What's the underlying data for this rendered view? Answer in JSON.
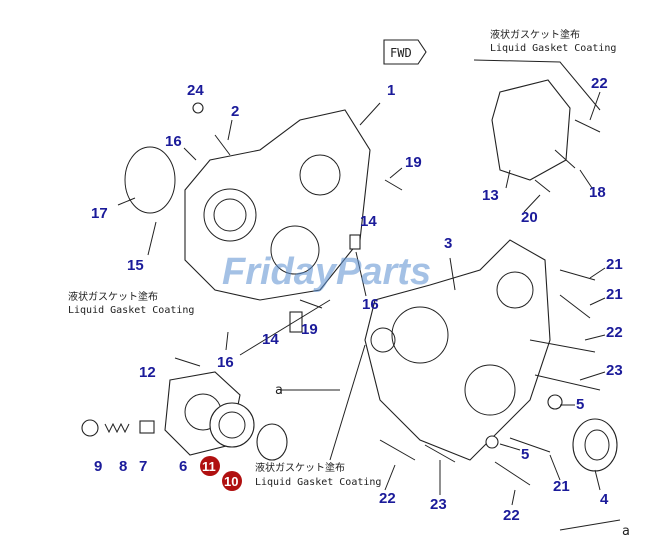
{
  "watermark": "FridayParts",
  "fwd_label": "FWD",
  "reference_letter": "a",
  "gasket_notes": [
    {
      "jp": "液状ガスケット塗布",
      "en": "Liquid Gasket Coating"
    },
    {
      "jp": "液状ガスケット塗布",
      "en": "Liquid Gasket Coating"
    },
    {
      "jp": "液状ガスケット塗布",
      "en": "Liquid Gasket Coating"
    }
  ],
  "callouts": [
    "24",
    "2",
    "1",
    "16",
    "19",
    "17",
    "14",
    "15",
    "16",
    "14",
    "19",
    "16",
    "12",
    "3",
    "22",
    "13",
    "18",
    "20",
    "21",
    "21",
    "22",
    "23",
    "5",
    "5",
    "21",
    "4",
    "22",
    "23",
    "22",
    "9",
    "8",
    "7",
    "6"
  ],
  "highlighted_callouts": [
    "11",
    "10"
  ],
  "colors": {
    "callout": "#1b1b9a",
    "highlight": "#b01010",
    "watermark": "#5b8fd0"
  }
}
